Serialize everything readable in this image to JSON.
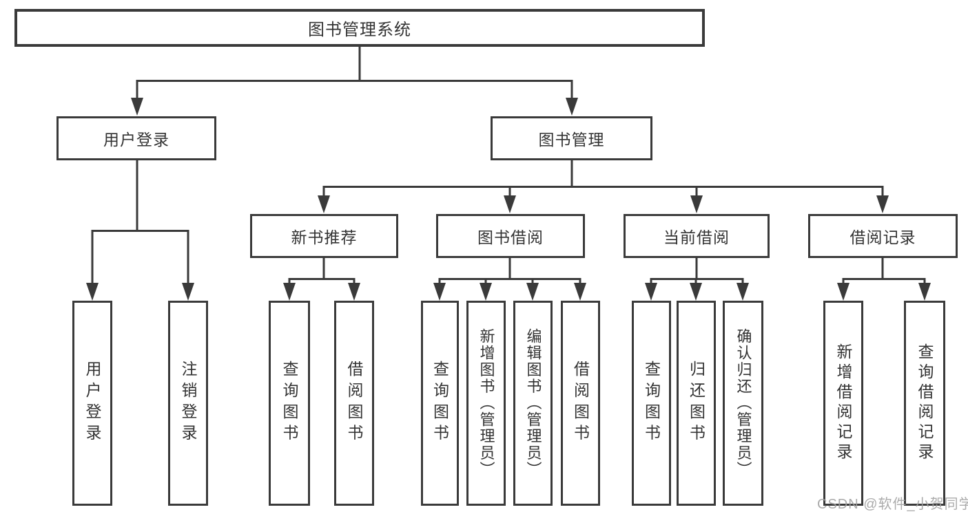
{
  "diagram": {
    "title": "图书管理系统",
    "watermark": "CSDN @软件_小贺同学",
    "colors": {
      "background": "#ffffff",
      "line": "#3a3a3a",
      "box_border": "#3a3a3a",
      "text": "#333333",
      "watermark": "#a3a3a3"
    },
    "nodes": {
      "root": {
        "label": "图书管理系统"
      },
      "level2": [
        {
          "label": "用户登录"
        },
        {
          "label": "图书管理"
        }
      ],
      "level3": [
        {
          "label": "新书推荐",
          "parent": "图书管理"
        },
        {
          "label": "图书借阅",
          "parent": "图书管理"
        },
        {
          "label": "当前借阅",
          "parent": "图书管理"
        },
        {
          "label": "借阅记录",
          "parent": "图书管理"
        }
      ],
      "leaves": [
        {
          "label": "用户登录",
          "parent": "用户登录"
        },
        {
          "label": "注销登录",
          "parent": "用户登录"
        },
        {
          "label": "查询图书",
          "parent": "新书推荐"
        },
        {
          "label": "借阅图书",
          "parent": "新书推荐"
        },
        {
          "label": "查询图书",
          "parent": "图书借阅"
        },
        {
          "label": "新增图书（管理员）",
          "parent": "图书借阅"
        },
        {
          "label": "编辑图书（管理员）",
          "parent": "图书借阅"
        },
        {
          "label": "借阅图书",
          "parent": "图书借阅"
        },
        {
          "label": "查询图书",
          "parent": "当前借阅"
        },
        {
          "label": "归还图书",
          "parent": "当前借阅"
        },
        {
          "label": "确认归还（管理员）",
          "parent": "当前借阅"
        },
        {
          "label": "新增借阅记录",
          "parent": "借阅记录"
        },
        {
          "label": "查询借阅记录",
          "parent": "借阅记录"
        }
      ]
    }
  }
}
